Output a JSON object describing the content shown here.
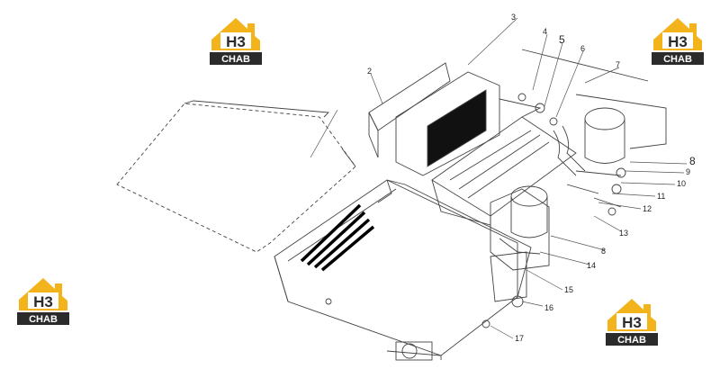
{
  "watermark": {
    "mark": "H3",
    "text": "CHAB",
    "colors": {
      "yellow": "#f2b31b",
      "dark": "#2b2b2b"
    }
  },
  "callouts": [
    "2",
    "3",
    "4",
    "5",
    "6",
    "7",
    "8",
    "9",
    "10",
    "11",
    "12",
    "13",
    "8",
    "14",
    "15",
    "16",
    "17"
  ]
}
